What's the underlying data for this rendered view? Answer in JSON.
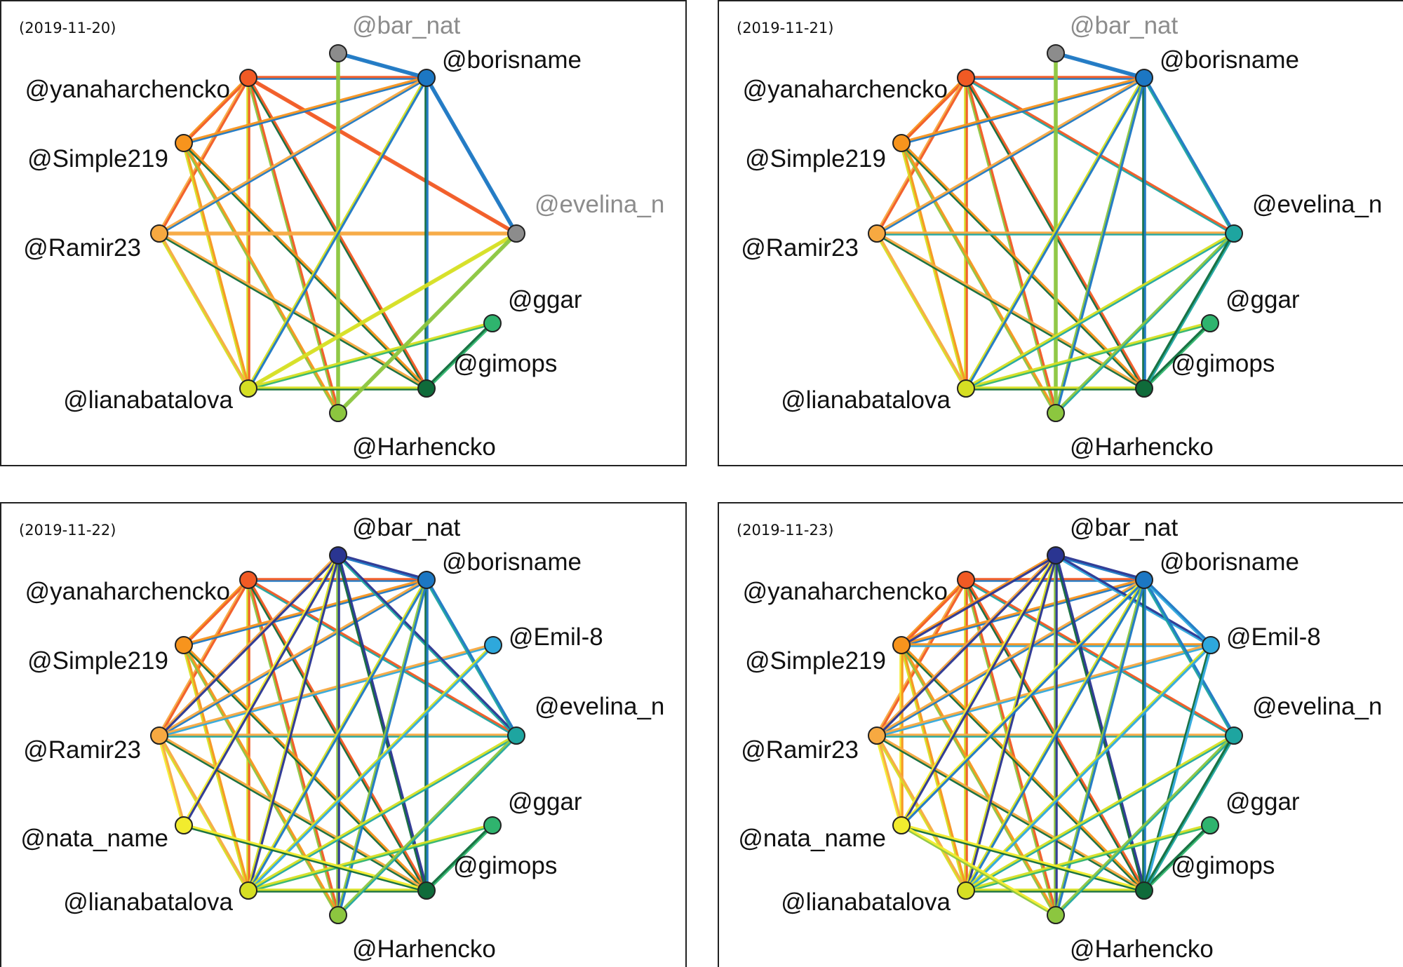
{
  "figure": {
    "layout": "circular-network-small-multiples",
    "inactive_color": "#8c8c8c"
  },
  "nodes": [
    {
      "id": "bar_nat",
      "label": "@bar_nat",
      "color": "#2a3591"
    },
    {
      "id": "borisname",
      "label": "@borisname",
      "color": "#1c77c3"
    },
    {
      "id": "Emil-8",
      "label": "@Emil-8",
      "color": "#2ea8dc"
    },
    {
      "id": "evelina_n",
      "label": "@evelina_n",
      "color": "#1ea5a0"
    },
    {
      "id": "ggar",
      "label": "@ggar",
      "color": "#2fb46e"
    },
    {
      "id": "gimops",
      "label": "@gimops",
      "color": "#0f6b3a"
    },
    {
      "id": "Harhencko",
      "label": "@Harhencko",
      "color": "#8cc63f"
    },
    {
      "id": "lianabatalova",
      "label": "@lianabatalova",
      "color": "#d6df23"
    },
    {
      "id": "nata_name",
      "label": "@nata_name",
      "color": "#f2ec2e"
    },
    {
      "id": "Ramir23",
      "label": "@Ramir23",
      "color": "#f7a941"
    },
    {
      "id": "Simple219",
      "label": "@Simple219",
      "color": "#f7941d"
    },
    {
      "id": "yanaharchencko",
      "label": "@yanaharchencko",
      "color": "#f15a24"
    }
  ],
  "panels": [
    {
      "date": "(2019-11-20)",
      "inactive": [
        "bar_nat",
        "evelina_n"
      ],
      "hidden": [
        "Emil-8",
        "nata_name"
      ],
      "edges": [
        [
          "yanaharchencko",
          "borisname"
        ],
        [
          "yanaharchencko",
          "Simple219"
        ],
        [
          "yanaharchencko",
          "Ramir23"
        ],
        [
          "yanaharchencko",
          "lianabatalova"
        ],
        [
          "yanaharchencko",
          "Harhencko"
        ],
        [
          "yanaharchencko",
          "gimops"
        ],
        [
          "yanaharchencko",
          "evelina_n"
        ],
        [
          "Simple219",
          "borisname"
        ],
        [
          "Simple219",
          "lianabatalova"
        ],
        [
          "Simple219",
          "Harhencko"
        ],
        [
          "Simple219",
          "gimops"
        ],
        [
          "Ramir23",
          "borisname"
        ],
        [
          "Ramir23",
          "evelina_n"
        ],
        [
          "Ramir23",
          "lianabatalova"
        ],
        [
          "Ramir23",
          "gimops"
        ],
        [
          "bar_nat",
          "borisname"
        ],
        [
          "bar_nat",
          "Harhencko"
        ],
        [
          "borisname",
          "evelina_n"
        ],
        [
          "borisname",
          "gimops"
        ],
        [
          "borisname",
          "lianabatalova"
        ],
        [
          "lianabatalova",
          "ggar"
        ],
        [
          "lianabatalova",
          "gimops"
        ],
        [
          "lianabatalova",
          "evelina_n"
        ],
        [
          "Harhencko",
          "evelina_n"
        ],
        [
          "gimops",
          "ggar"
        ]
      ]
    },
    {
      "date": "(2019-11-21)",
      "inactive": [
        "bar_nat"
      ],
      "hidden": [
        "Emil-8",
        "nata_name"
      ],
      "edges": [
        [
          "yanaharchencko",
          "borisname"
        ],
        [
          "yanaharchencko",
          "Simple219"
        ],
        [
          "yanaharchencko",
          "Ramir23"
        ],
        [
          "yanaharchencko",
          "lianabatalova"
        ],
        [
          "yanaharchencko",
          "Harhencko"
        ],
        [
          "yanaharchencko",
          "gimops"
        ],
        [
          "yanaharchencko",
          "evelina_n"
        ],
        [
          "Simple219",
          "borisname"
        ],
        [
          "Simple219",
          "lianabatalova"
        ],
        [
          "Simple219",
          "Harhencko"
        ],
        [
          "Simple219",
          "gimops"
        ],
        [
          "Ramir23",
          "borisname"
        ],
        [
          "Ramir23",
          "evelina_n"
        ],
        [
          "Ramir23",
          "lianabatalova"
        ],
        [
          "Ramir23",
          "gimops"
        ],
        [
          "bar_nat",
          "borisname"
        ],
        [
          "bar_nat",
          "Harhencko"
        ],
        [
          "borisname",
          "evelina_n"
        ],
        [
          "borisname",
          "gimops"
        ],
        [
          "borisname",
          "lianabatalova"
        ],
        [
          "borisname",
          "Harhencko"
        ],
        [
          "lianabatalova",
          "ggar"
        ],
        [
          "lianabatalova",
          "gimops"
        ],
        [
          "lianabatalova",
          "evelina_n"
        ],
        [
          "Harhencko",
          "evelina_n"
        ],
        [
          "gimops",
          "ggar"
        ],
        [
          "gimops",
          "evelina_n"
        ]
      ]
    },
    {
      "date": "(2019-11-22)",
      "inactive": [],
      "hidden": [],
      "edges": [
        [
          "yanaharchencko",
          "borisname"
        ],
        [
          "yanaharchencko",
          "Simple219"
        ],
        [
          "yanaharchencko",
          "Ramir23"
        ],
        [
          "yanaharchencko",
          "lianabatalova"
        ],
        [
          "yanaharchencko",
          "Harhencko"
        ],
        [
          "yanaharchencko",
          "gimops"
        ],
        [
          "yanaharchencko",
          "evelina_n"
        ],
        [
          "Simple219",
          "borisname"
        ],
        [
          "Simple219",
          "lianabatalova"
        ],
        [
          "Simple219",
          "Harhencko"
        ],
        [
          "Simple219",
          "gimops"
        ],
        [
          "Ramir23",
          "borisname"
        ],
        [
          "Ramir23",
          "evelina_n"
        ],
        [
          "Ramir23",
          "lianabatalova"
        ],
        [
          "Ramir23",
          "gimops"
        ],
        [
          "Ramir23",
          "Emil-8"
        ],
        [
          "Ramir23",
          "nata_name"
        ],
        [
          "bar_nat",
          "borisname"
        ],
        [
          "bar_nat",
          "Harhencko"
        ],
        [
          "bar_nat",
          "Ramir23"
        ],
        [
          "bar_nat",
          "nata_name"
        ],
        [
          "bar_nat",
          "lianabatalova"
        ],
        [
          "bar_nat",
          "gimops"
        ],
        [
          "bar_nat",
          "evelina_n"
        ],
        [
          "borisname",
          "evelina_n"
        ],
        [
          "borisname",
          "gimops"
        ],
        [
          "borisname",
          "lianabatalova"
        ],
        [
          "borisname",
          "Harhencko"
        ],
        [
          "Emil-8",
          "lianabatalova"
        ],
        [
          "lianabatalova",
          "ggar"
        ],
        [
          "lianabatalova",
          "gimops"
        ],
        [
          "lianabatalova",
          "evelina_n"
        ],
        [
          "nata_name",
          "gimops"
        ],
        [
          "Harhencko",
          "evelina_n"
        ],
        [
          "gimops",
          "ggar"
        ]
      ]
    },
    {
      "date": "(2019-11-23)",
      "inactive": [],
      "hidden": [],
      "edges": [
        [
          "yanaharchencko",
          "borisname"
        ],
        [
          "yanaharchencko",
          "Simple219"
        ],
        [
          "yanaharchencko",
          "Ramir23"
        ],
        [
          "yanaharchencko",
          "lianabatalova"
        ],
        [
          "yanaharchencko",
          "Harhencko"
        ],
        [
          "yanaharchencko",
          "gimops"
        ],
        [
          "yanaharchencko",
          "evelina_n"
        ],
        [
          "Simple219",
          "borisname"
        ],
        [
          "Simple219",
          "lianabatalova"
        ],
        [
          "Simple219",
          "Harhencko"
        ],
        [
          "Simple219",
          "gimops"
        ],
        [
          "Simple219",
          "Emil-8"
        ],
        [
          "Simple219",
          "nata_name"
        ],
        [
          "Ramir23",
          "borisname"
        ],
        [
          "Ramir23",
          "evelina_n"
        ],
        [
          "Ramir23",
          "lianabatalova"
        ],
        [
          "Ramir23",
          "gimops"
        ],
        [
          "Ramir23",
          "Emil-8"
        ],
        [
          "Ramir23",
          "nata_name"
        ],
        [
          "bar_nat",
          "borisname"
        ],
        [
          "bar_nat",
          "Harhencko"
        ],
        [
          "bar_nat",
          "Ramir23"
        ],
        [
          "bar_nat",
          "Simple219"
        ],
        [
          "bar_nat",
          "lianabatalova"
        ],
        [
          "bar_nat",
          "gimops"
        ],
        [
          "bar_nat",
          "Emil-8"
        ],
        [
          "bar_nat",
          "nata_name"
        ],
        [
          "borisname",
          "evelina_n"
        ],
        [
          "borisname",
          "gimops"
        ],
        [
          "borisname",
          "lianabatalova"
        ],
        [
          "borisname",
          "Harhencko"
        ],
        [
          "borisname",
          "Emil-8"
        ],
        [
          "borisname",
          "nata_name"
        ],
        [
          "Emil-8",
          "lianabatalova"
        ],
        [
          "Emil-8",
          "gimops"
        ],
        [
          "lianabatalova",
          "ggar"
        ],
        [
          "lianabatalova",
          "gimops"
        ],
        [
          "lianabatalova",
          "evelina_n"
        ],
        [
          "nata_name",
          "gimops"
        ],
        [
          "nata_name",
          "Harhencko"
        ],
        [
          "Harhencko",
          "evelina_n"
        ],
        [
          "gimops",
          "ggar"
        ],
        [
          "gimops",
          "evelina_n"
        ]
      ]
    }
  ]
}
